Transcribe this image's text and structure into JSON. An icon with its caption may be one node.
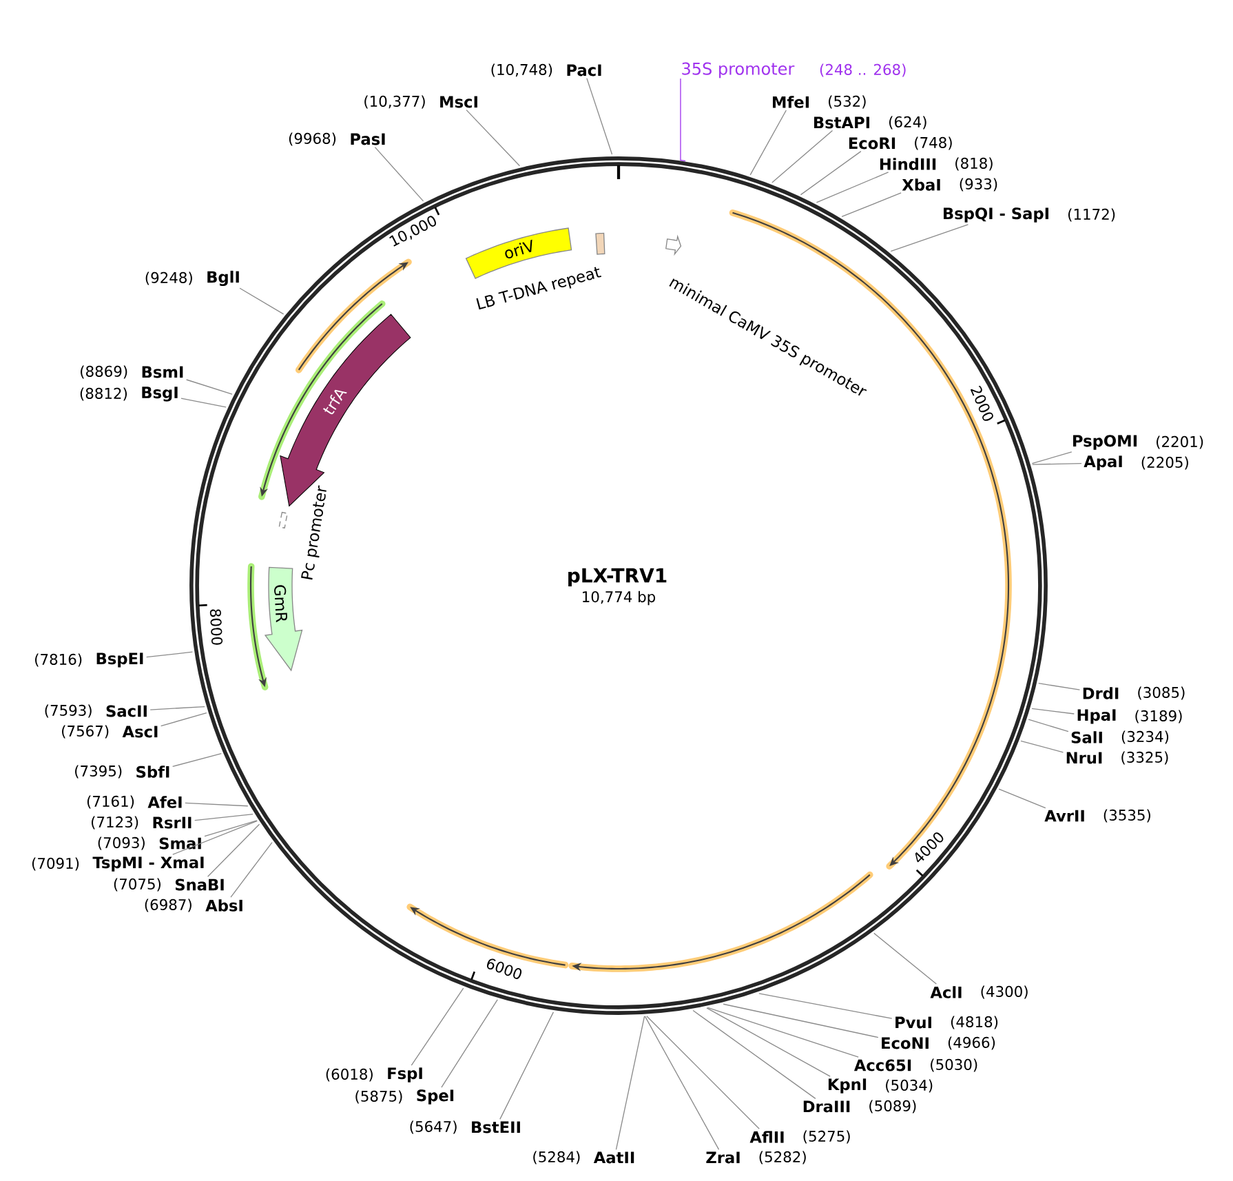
{
  "diagram": {
    "title": "pLX-TRV1",
    "nodes": [
      {
        "text": [
          "PacI"
        ],
        "beside": [
          "(10,748)"
        ]
      },
      {
        "text": [
          "35S promoter"
        ],
        "beside": [
          "(248 .. 268)"
        ]
      },
      {
        "text": [
          "MfeI"
        ],
        "beside": [
          "(532)"
        ]
      },
      {
        "text": [
          "BstAPI"
        ],
        "beside": [
          "(624)"
        ]
      },
      {
        "text": [
          "EcoRI"
        ],
        "beside": [
          "(748)"
        ]
      },
      {
        "text": [
          "HindIII"
        ],
        "beside": [
          "(818)"
        ]
      },
      {
        "text": [
          "XbaI"
        ],
        "beside": [
          "(933)"
        ]
      },
      {
        "text": [
          "BspQI  - SapI"
        ],
        "beside": [
          "(1172)"
        ]
      },
      {
        "text": [
          "PspOMI"
        ],
        "beside": [
          "(2201)"
        ]
      },
      {
        "text": [
          "ApaI"
        ],
        "beside": [
          "(2205)"
        ]
      },
      {
        "text": [
          "DrdI"
        ],
        "beside": [
          "(3085)"
        ]
      },
      {
        "text": [
          "HpaI"
        ],
        "beside": [
          "(3189)"
        ]
      },
      {
        "text": [
          "SalI"
        ],
        "beside": [
          "(3234)"
        ]
      },
      {
        "text": [
          "NruI"
        ],
        "beside": [
          "(3325)"
        ]
      },
      {
        "text": [
          "AvrII"
        ],
        "beside": [
          "(3535)"
        ]
      },
      {
        "text": [
          "AclI"
        ],
        "beside": [
          "(4300)"
        ]
      },
      {
        "text": [
          "PvuI"
        ],
        "beside": [
          "(4818)"
        ]
      },
      {
        "text": [
          "EcoNI"
        ],
        "beside": [
          "(4966)"
        ]
      },
      {
        "text": [
          "Acc65I"
        ],
        "beside": [
          "(5030)"
        ]
      },
      {
        "text": [
          "KpnI"
        ],
        "beside": [
          "(5034)"
        ]
      },
      {
        "text": [
          "DraIII"
        ],
        "beside": [
          "(5089)"
        ]
      },
      {
        "text": [
          "AflII"
        ],
        "beside": [
          "(5275)"
        ]
      },
      {
        "text": [
          "ZraI"
        ],
        "beside": [
          "(5282)"
        ]
      },
      {
        "text": [
          "AatII"
        ],
        "beside": [
          "(5284)"
        ]
      },
      {
        "text": [
          "BstEII"
        ],
        "beside": [
          "(5647)"
        ]
      },
      {
        "text": [
          "SpeI"
        ],
        "beside": [
          "(5875)"
        ]
      },
      {
        "text": [
          "FspI"
        ],
        "beside": [
          "(6018)"
        ]
      },
      {
        "text": [
          "AbsI"
        ],
        "beside": [
          "(6987)"
        ]
      },
      {
        "text": [
          "SnaBI"
        ],
        "beside": [
          "(7075)"
        ]
      },
      {
        "text": [
          "TspMI  - XmaI"
        ],
        "beside": [
          "(7091)"
        ]
      },
      {
        "text": [
          "SmaI"
        ],
        "beside": [
          "(7093)"
        ]
      },
      {
        "text": [
          "RsrII"
        ],
        "beside": [
          "(7123)"
        ]
      },
      {
        "text": [
          "AfeI"
        ],
        "beside": [
          "(7161)"
        ]
      },
      {
        "text": [
          "SbfI"
        ],
        "beside": [
          "(7395)"
        ]
      },
      {
        "text": [
          "AscI"
        ],
        "beside": [
          "(7567)"
        ]
      },
      {
        "text": [
          "SacII"
        ],
        "beside": [
          "(7593)"
        ]
      },
      {
        "text": [
          "BspEI"
        ],
        "beside": [
          "(7816)"
        ]
      },
      {
        "text": [
          "BsgI"
        ],
        "beside": [
          "(8812)"
        ]
      },
      {
        "text": [
          "BsmI"
        ],
        "beside": [
          "(8869)"
        ]
      },
      {
        "text": [
          "BglI"
        ],
        "beside": [
          "(9248)"
        ]
      },
      {
        "text": [
          "PasI"
        ],
        "beside": [
          "(9968)"
        ]
      },
      {
        "text": [
          "MscI"
        ],
        "beside": [
          "(10,377)"
        ]
      },
      {
        "text": [
          "oriV"
        ]
      },
      {
        "text": [
          "LB T-DNA repeat"
        ]
      },
      {
        "text": [
          "minimal CaMV 35S promoter"
        ]
      },
      {
        "text": [
          "trfA"
        ]
      },
      {
        "text": [
          "Pc promoter"
        ]
      },
      {
        "text": [
          "GmR"
        ]
      }
    ],
    "edges": [
      {
        "from": 0,
        "to": null,
        "arrow": "none"
      },
      {
        "from": 1,
        "to": null,
        "arrow": "none",
        "color": "#a033ee"
      },
      {
        "from": 2,
        "to": null,
        "arrow": "none"
      },
      {
        "from": 3,
        "to": null,
        "arrow": "none"
      },
      {
        "from": 4,
        "to": null,
        "arrow": "none"
      },
      {
        "from": 5,
        "to": null,
        "arrow": "none"
      },
      {
        "from": 6,
        "to": null,
        "arrow": "none"
      },
      {
        "from": 7,
        "to": null,
        "arrow": "none"
      },
      {
        "from": 8,
        "to": null,
        "arrow": "none"
      },
      {
        "from": 9,
        "to": null,
        "arrow": "none"
      },
      {
        "from": 10,
        "to": null,
        "arrow": "none"
      },
      {
        "from": 11,
        "to": null,
        "arrow": "none"
      },
      {
        "from": 12,
        "to": null,
        "arrow": "none"
      },
      {
        "from": 13,
        "to": null,
        "arrow": "none"
      },
      {
        "from": 14,
        "to": null,
        "arrow": "none"
      },
      {
        "from": 15,
        "to": null,
        "arrow": "none"
      },
      {
        "from": 16,
        "to": null,
        "arrow": "none"
      },
      {
        "from": 17,
        "to": null,
        "arrow": "none"
      },
      {
        "from": 18,
        "to": null,
        "arrow": "none"
      },
      {
        "from": 19,
        "to": null,
        "arrow": "none"
      },
      {
        "from": 20,
        "to": null,
        "arrow": "none"
      },
      {
        "from": 21,
        "to": null,
        "arrow": "none"
      },
      {
        "from": 22,
        "to": null,
        "arrow": "none"
      },
      {
        "from": 23,
        "to": null,
        "arrow": "none"
      },
      {
        "from": 24,
        "to": null,
        "arrow": "none"
      },
      {
        "from": 25,
        "to": null,
        "arrow": "none"
      },
      {
        "from": 26,
        "to": null,
        "arrow": "none"
      },
      {
        "from": 27,
        "to": null,
        "arrow": "none"
      },
      {
        "from": 28,
        "to": null,
        "arrow": "none"
      },
      {
        "from": 29,
        "to": null,
        "arrow": "none"
      },
      {
        "from": 30,
        "to": null,
        "arrow": "none"
      },
      {
        "from": 31,
        "to": null,
        "arrow": "none"
      },
      {
        "from": 32,
        "to": null,
        "arrow": "none"
      },
      {
        "from": 33,
        "to": null,
        "arrow": "none"
      },
      {
        "from": 34,
        "to": null,
        "arrow": "none"
      },
      {
        "from": 35,
        "to": null,
        "arrow": "none"
      },
      {
        "from": 36,
        "to": null,
        "arrow": "none"
      },
      {
        "from": 37,
        "to": null,
        "arrow": "none"
      },
      {
        "from": 38,
        "to": null,
        "arrow": "none"
      },
      {
        "from": 39,
        "to": null,
        "arrow": "none"
      },
      {
        "from": 40,
        "to": null,
        "arrow": "none"
      },
      {
        "from": 41,
        "to": null,
        "arrow": "none"
      }
    ],
    "labels": [
      "10,000",
      "2000",
      "10,774 bp",
      "8000",
      "4000",
      "6000"
    ]
  }
}
